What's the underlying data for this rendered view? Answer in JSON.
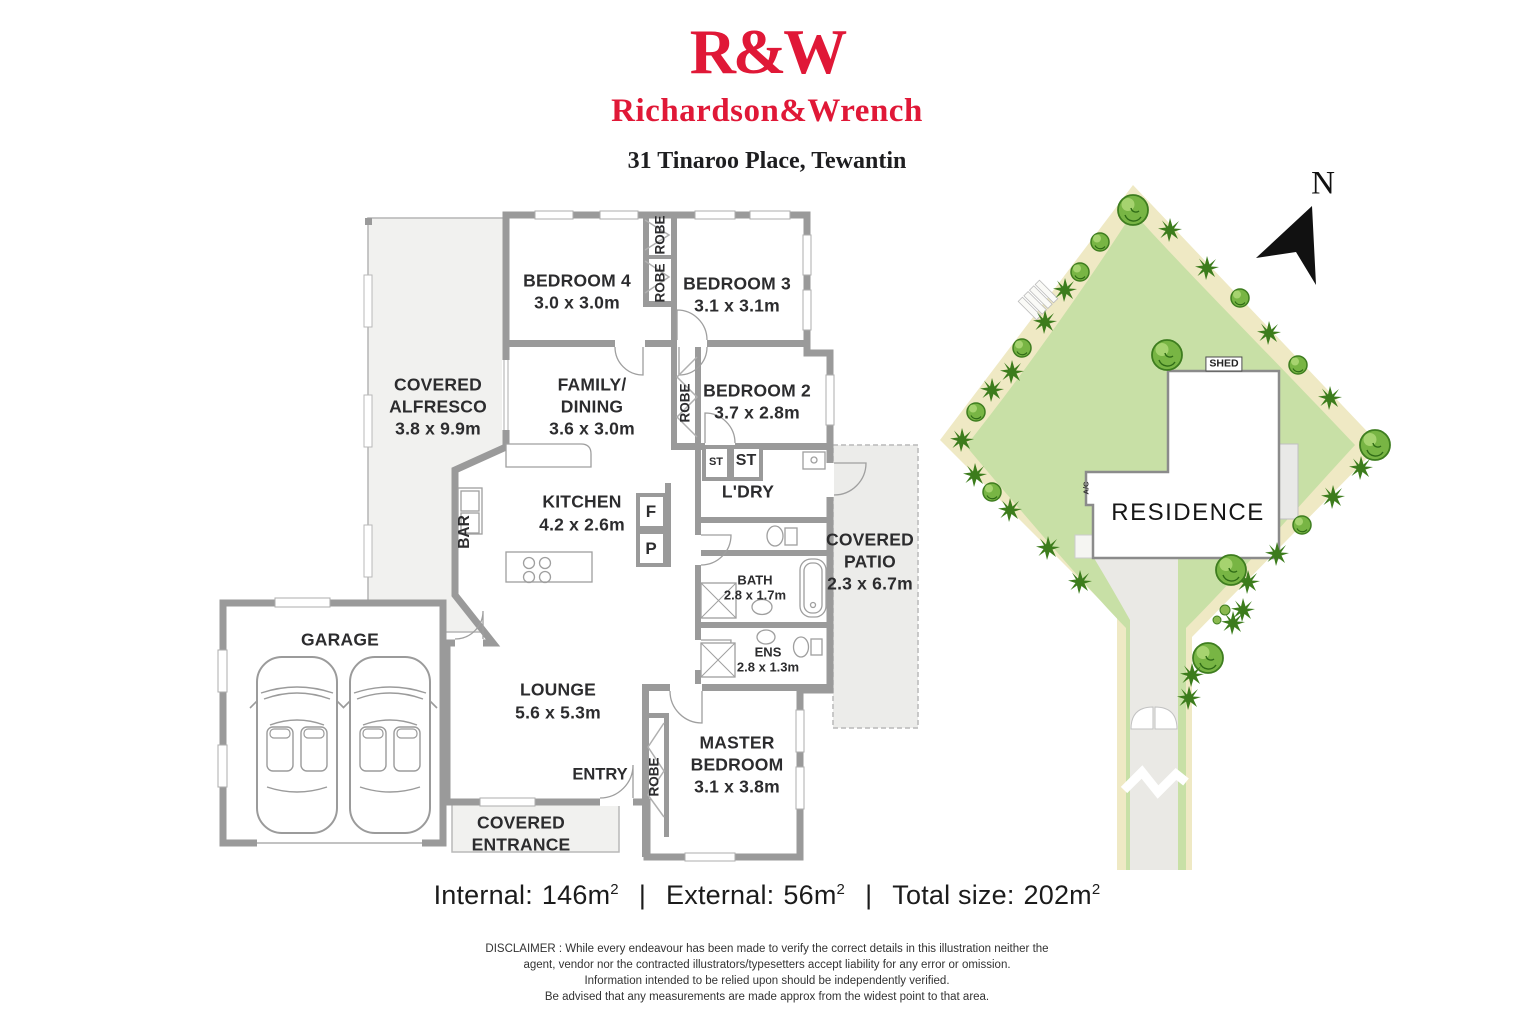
{
  "header": {
    "logo": "R&W",
    "brand": "Richardson&Wrench",
    "address": "31 Tinaroo Place, Tewantin"
  },
  "floor_plan": {
    "bedroom4_name": "BEDROOM 4",
    "bedroom4_dims": "3.0 x 3.0m",
    "bedroom3_name": "BEDROOM 3",
    "bedroom3_dims": "3.1 x 3.1m",
    "bedroom2_name": "BEDROOM 2",
    "bedroom2_dims": "3.7 x 2.8m",
    "family_line1": "FAMILY/",
    "family_line2": "DINING",
    "family_dims": "3.6 x 3.0m",
    "alfresco_line1": "COVERED",
    "alfresco_line2": "ALFRESCO",
    "alfresco_dims": "3.8 x 9.9m",
    "kitchen_name": "KITCHEN",
    "kitchen_dims": "4.2 x 2.6m",
    "patio_line1": "COVERED",
    "patio_line2": "PATIO",
    "patio_dims": "2.3 x 6.7m",
    "laundry_name": "L'DRY",
    "bath_name": "BATH",
    "bath_dims": "2.8 x 1.7m",
    "ens_name": "ENS",
    "ens_dims": "2.8 x 1.3m",
    "lounge_name": "LOUNGE",
    "lounge_dims": "5.6 x 5.3m",
    "master_line1": "MASTER",
    "master_line2": "BEDROOM",
    "master_dims": "3.1 x 3.8m",
    "garage_name": "GARAGE",
    "entry_name": "ENTRY",
    "entrance_line1": "COVERED",
    "entrance_line2": "ENTRANCE",
    "bar_label": "BAR",
    "robe_label": "ROBE",
    "st_label": "ST",
    "fridge_label": "F",
    "pantry_label": "P"
  },
  "site_plan": {
    "residence_label": "RESIDENCE",
    "shed_label": "SHED",
    "ac_label": "A/C",
    "north_label": "N"
  },
  "areas": {
    "internal_label": "Internal:",
    "internal_value": "146m",
    "external_label": "External:",
    "external_value": "56m",
    "total_label": "Total size:",
    "total_value": "202m",
    "superscript": "2",
    "separator": "|"
  },
  "disclaimer": {
    "line1": "DISCLAIMER : While every endeavour has been made to verify the correct details in this illustration neither the",
    "line2": "agent, vendor nor the contracted illustrators/typesetters accept liability for any error or omission.",
    "line3": "Information intended to be relied upon should be independently verified.",
    "line4": "Be advised that any measurements are made approx from the widest point to that area."
  },
  "colors": {
    "brand_red": "#e01837",
    "wall_gray": "#9a9a9a",
    "area_gray": "#f1f1ef",
    "lawn_green": "#c8e0a6",
    "border_cream": "#efe9c4",
    "tree_green": "#3c7c1c",
    "driveway_gray": "#eae9e5"
  }
}
